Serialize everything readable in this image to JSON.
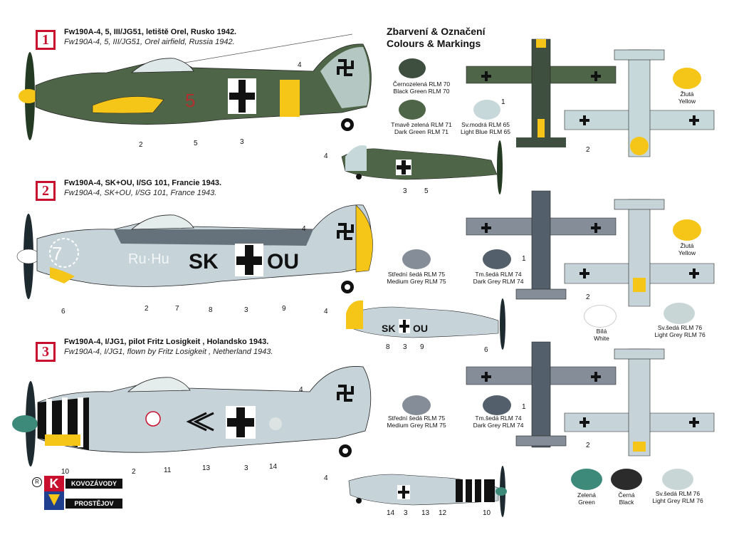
{
  "header": {
    "line1": "Zbarvení & Označení",
    "line2": "Colours & Markings"
  },
  "schemes": [
    {
      "number": "1",
      "title_cz": "Fw190A-4, 5, III/JG51, letiště Orel, Rusko 1942.",
      "title_en": "Fw190A-4, 5, III/JG51, Orel airfield, Russia 1942.",
      "code": "5"
    },
    {
      "number": "2",
      "title_cz": "Fw190A-4, SK+OU, I/SG 101, Francie 1943.",
      "title_en": "Fw190A-4, SK+OU, I/SG 101, France 1943.",
      "code": "SK+OU"
    },
    {
      "number": "3",
      "title_cz": "Fw190A-4, I/JG1, pilot Fritz Losigkeit , Holandsko 1943.",
      "title_en": "Fw190A-4, I/JG1, flown by Fritz Losigkeit , Netherland 1943.",
      "code": ""
    }
  ],
  "swatches": {
    "s1a": {
      "cz": "Černozelená RLM 70",
      "en": "Black Green RLM 70",
      "color": "#3f4f3f"
    },
    "s1b": {
      "cz": "Tmavě zelená RLM 71",
      "en": "Dark Green RLM 71",
      "color": "#4f6547"
    },
    "s1c": {
      "cz": "Sv.modrá RLM 65",
      "en": "Light Blue RLM 65",
      "color": "#c6d8d9"
    },
    "s1d": {
      "cz": "Žlutá",
      "en": "Yellow",
      "color": "#f5c518"
    },
    "s2a": {
      "cz": "Střední šedá RLM 75",
      "en": "Medium Grey RLM 75",
      "color": "#848d98"
    },
    "s2b": {
      "cz": "Tm.šedá RLM 74",
      "en": "Dark Grey RLM 74",
      "color": "#53606b"
    },
    "s2c": {
      "cz": "Žlutá",
      "en": "Yellow",
      "color": "#f5c518"
    },
    "s2d": {
      "cz": "Bílá",
      "en": "White",
      "color": "#ffffff"
    },
    "s2e": {
      "cz": "Sv.šedá RLM 76",
      "en": "Light Grey RLM 76",
      "color": "#c9d6d6"
    },
    "s3a": {
      "cz": "Střední šedá RLM 75",
      "en": "Medium Grey RLM 75",
      "color": "#848d98"
    },
    "s3b": {
      "cz": "Tm.šedá RLM 74",
      "en": "Dark Grey RLM 74",
      "color": "#53606b"
    },
    "s3c": {
      "cz": "Zelená",
      "en": "Green",
      "color": "#3d8a7a"
    },
    "s3d": {
      "cz": "Černá",
      "en": "Black",
      "color": "#2b2b2b"
    },
    "s3e": {
      "cz": "Sv.šedá RLM 76",
      "en": "Light Grey RLM 76",
      "color": "#c9d6d6"
    }
  },
  "callouts": {
    "p1": [
      "4",
      "2",
      "5",
      "3"
    ],
    "p1s": [
      "4",
      "3",
      "5"
    ],
    "p2": [
      "4",
      "6",
      "2",
      "7",
      "8",
      "3",
      "9"
    ],
    "p2s": [
      "4",
      "8",
      "3",
      "9",
      "6"
    ],
    "p3": [
      "4",
      "10",
      "2",
      "11",
      "13",
      "3",
      "14"
    ],
    "p3s": [
      "4",
      "14",
      "3",
      "13",
      "12",
      "10"
    ],
    "views": [
      "1",
      "2",
      "1",
      "2",
      "1",
      "2"
    ]
  },
  "logo": {
    "mark": "R",
    "top": "KOVOZÁVODY",
    "bottom": "PROSTĚJOV",
    "letter": "K"
  }
}
